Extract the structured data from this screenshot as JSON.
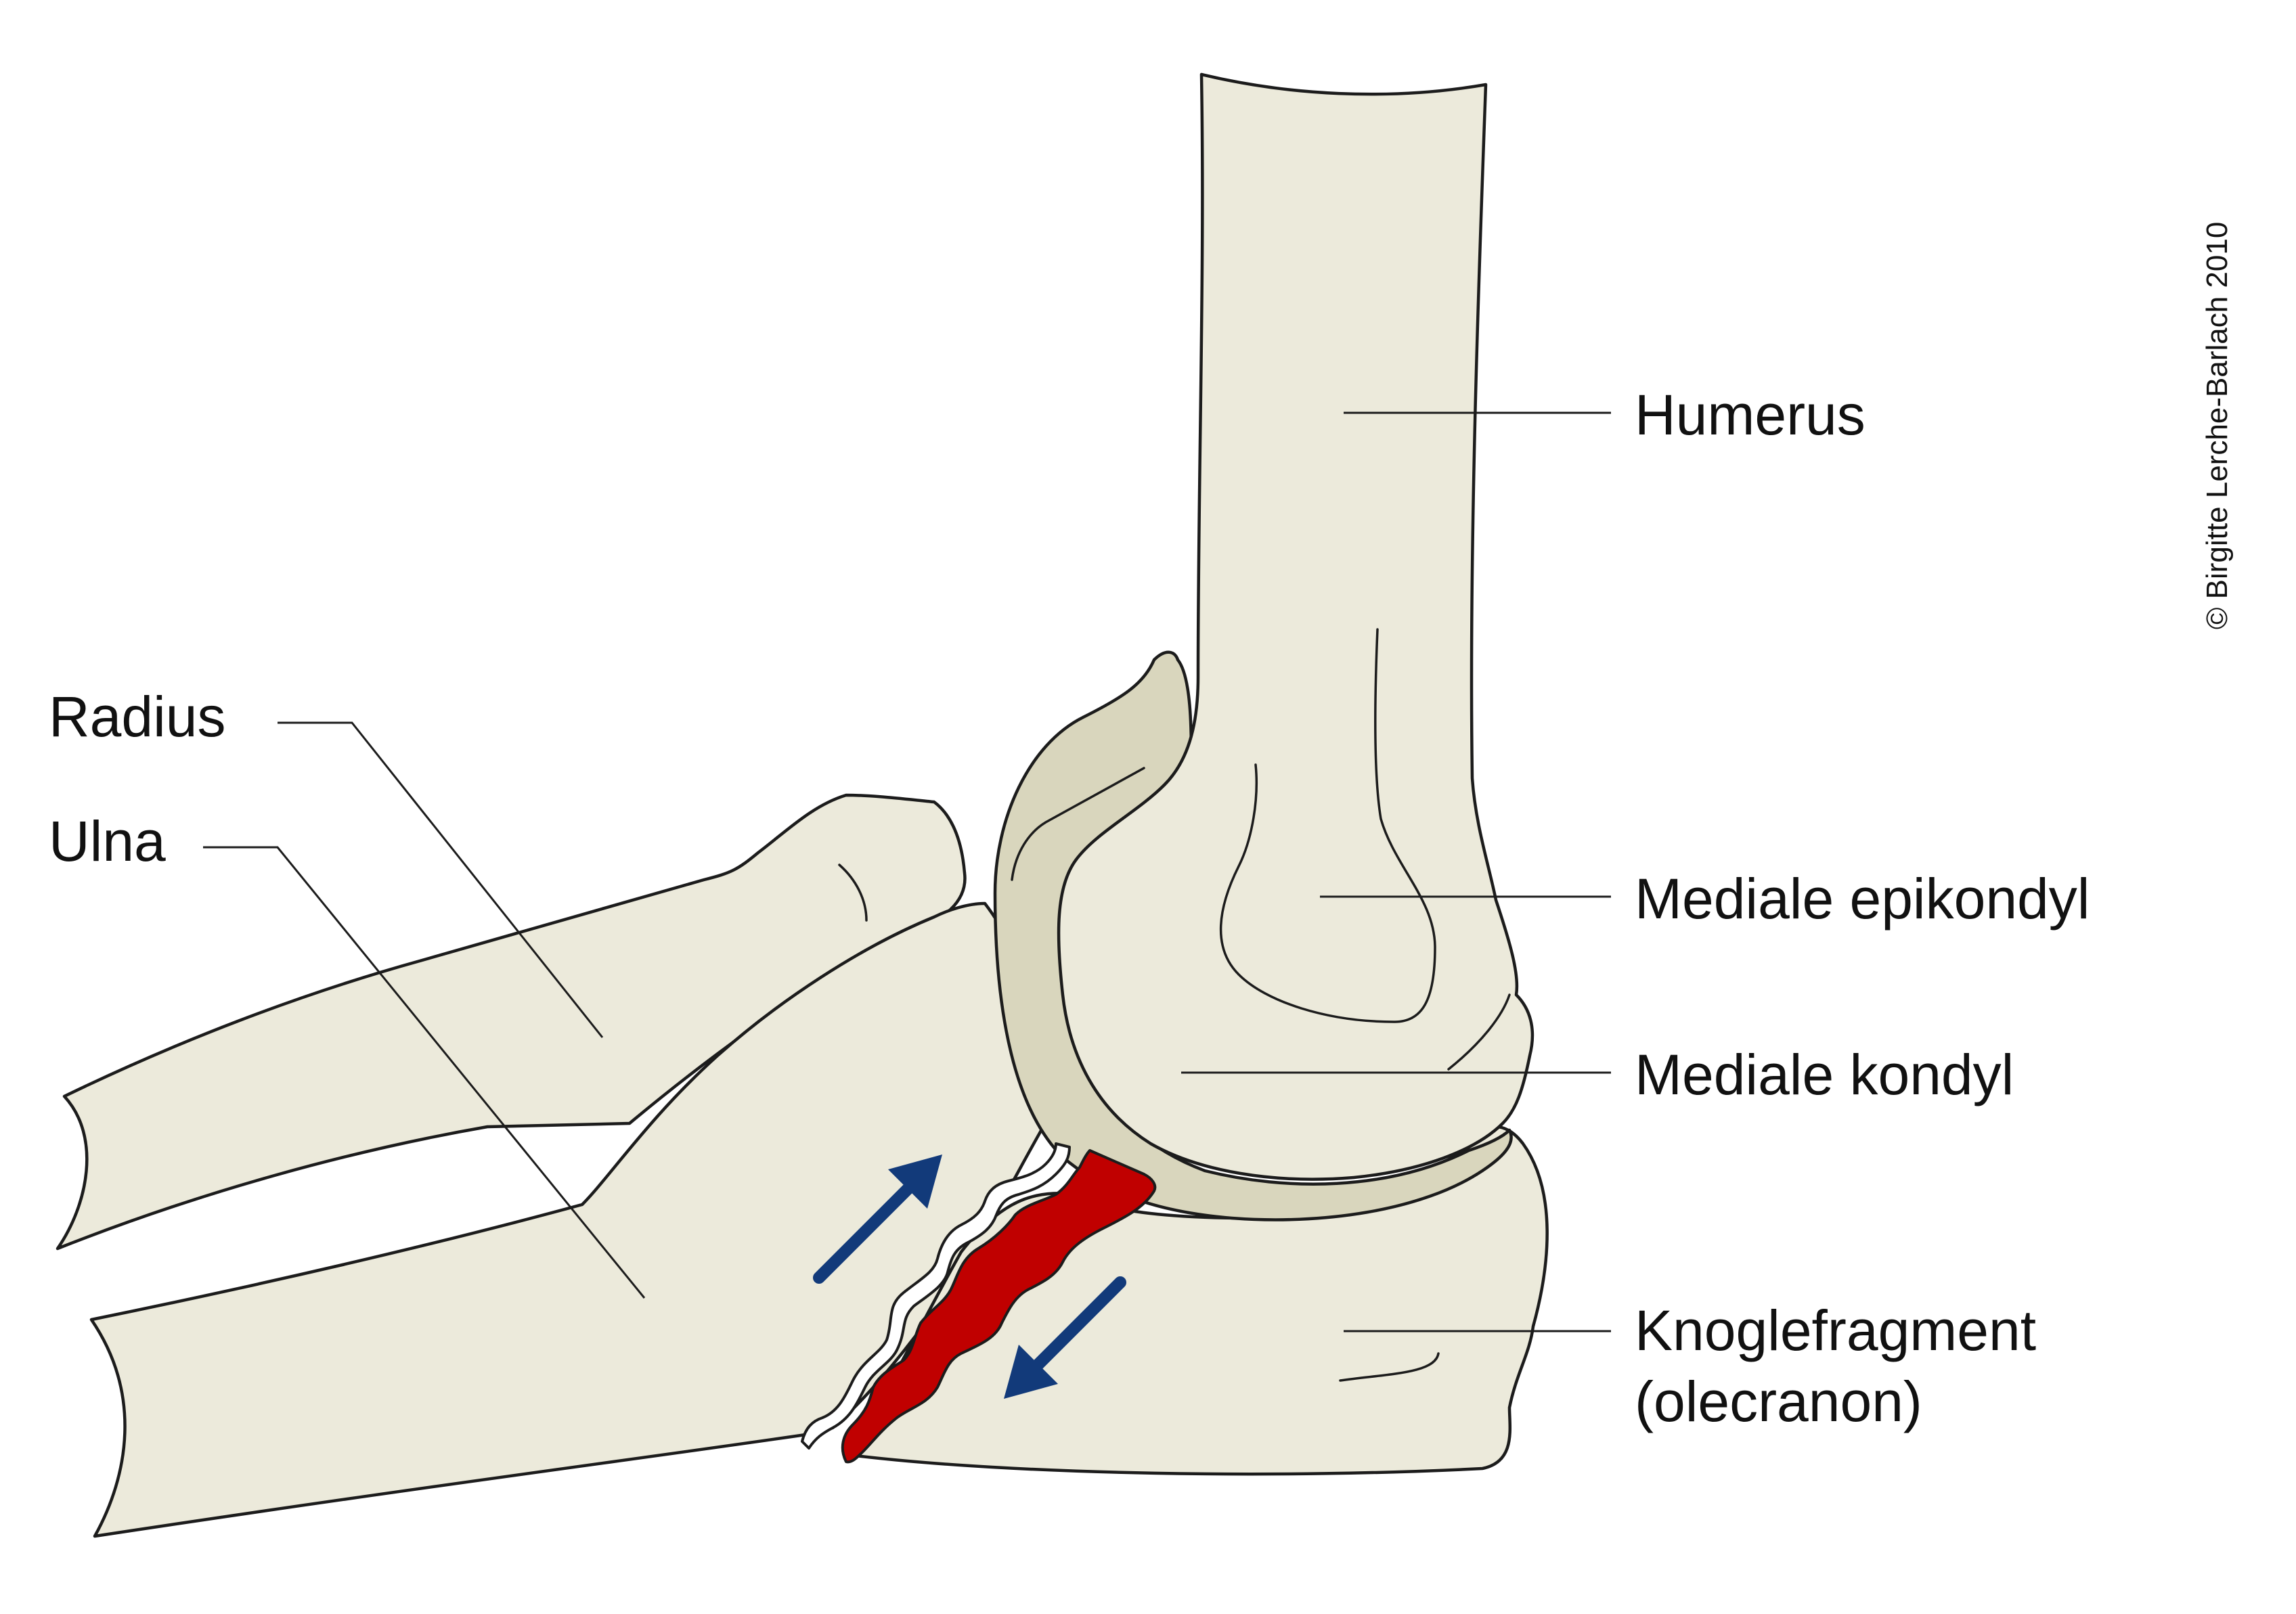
{
  "labels": {
    "humerus": "Humerus",
    "medial_epicondyle": "Mediale epikondyl",
    "medial_condyle": "Mediale kondyl",
    "fragment_line1": "Knoglefragment",
    "fragment_line2": "(olecranon)",
    "radius": "Radius",
    "ulna": "Ulna"
  },
  "copyright": "© Birgitte Lerche-Barlach 2010",
  "colors": {
    "bone": "#eceadb",
    "cartilage": "#d9d6bd",
    "fracture_gap": "#c00000",
    "arrow": "#123a7a",
    "outline": "#1c1c1c"
  },
  "icons": {
    "arrow_up": "arrow-up-right",
    "arrow_down": "arrow-down-left"
  }
}
